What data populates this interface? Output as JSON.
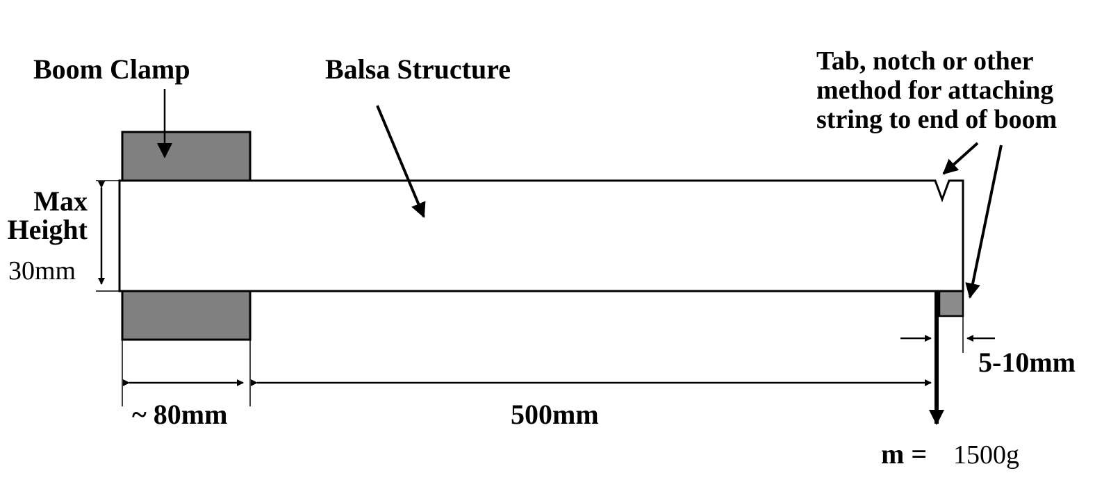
{
  "labels": {
    "boom_clamp": "Boom Clamp",
    "balsa_structure": "Balsa Structure",
    "tab_note_line1": "Tab, notch or other",
    "tab_note_line2": "method for attaching",
    "tab_note_line3": "string to end of boom",
    "max_line1": "Max",
    "max_line2": "Height",
    "max_value": "30mm",
    "clamp_width": "~ 80mm",
    "boom_length": "500mm",
    "tab_offset": "5-10mm",
    "mass_label": "m =",
    "mass_value": "1500g"
  },
  "colors": {
    "clamp_fill": "#808080",
    "tab_fill": "#8c8c8c",
    "line": "#000000",
    "boom_fill": "#ffffff"
  }
}
